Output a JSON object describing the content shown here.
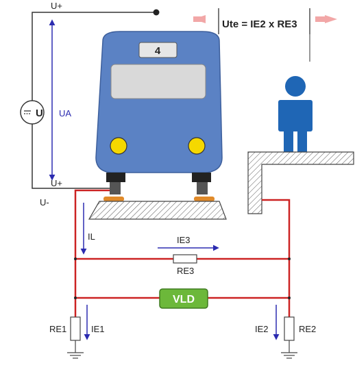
{
  "labels": {
    "u_plus": "U+",
    "u_minus": "U-",
    "u_a": "UA",
    "source": "U",
    "formula": "Ute = IE2 x RE3",
    "train_number": "4",
    "i_l": "IL",
    "i_e3": "IE3",
    "r_e3": "RE3",
    "vld": "VLD",
    "r_e1": "RE1",
    "i_e1": "IE1",
    "i_e2": "IE2",
    "r_e2": "RE2"
  },
  "colors": {
    "wire_red": "#cc2222",
    "wire_dark": "#333333",
    "arrow_blue": "#2b2bb0",
    "train_body": "#5b82c4",
    "train_window": "#d9d9d9",
    "headlight": "#f5d800",
    "person": "#1f66b5",
    "vld_green": "#6cb83a",
    "hint_arrow": "#f2a7a7"
  }
}
